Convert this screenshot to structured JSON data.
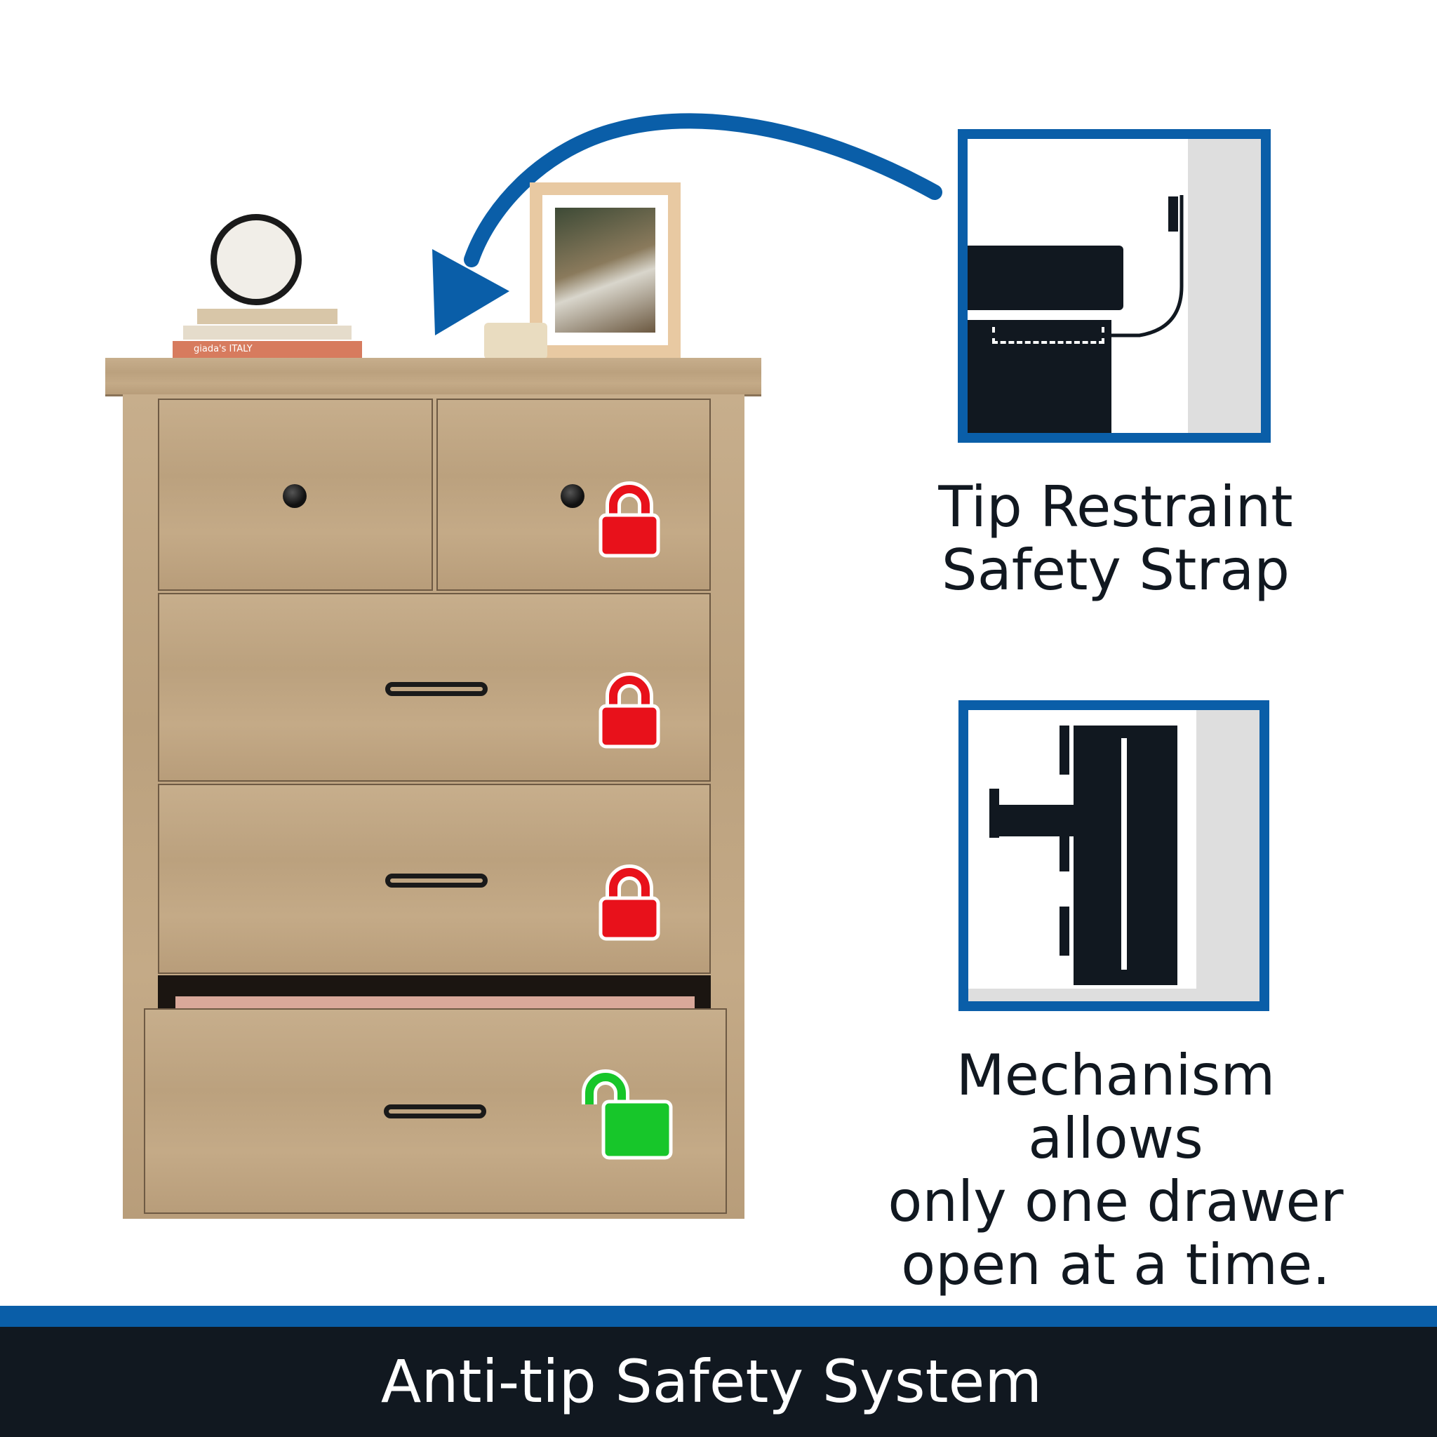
{
  "tip_restraint": {
    "line1": "Tip Restraint",
    "line2": "Safety Strap"
  },
  "mechanism": {
    "line1": "Mechanism allows",
    "line2": "only one drawer",
    "line3": "open at a time."
  },
  "banner": {
    "title": "Anti-tip Safety System"
  },
  "decor": {
    "book_title": "giada's ITALY"
  },
  "colors": {
    "accent_blue": "#0a5ea8",
    "banner_dark": "#111820",
    "lock_red": "#e8111b",
    "lock_green": "#17c62a"
  },
  "icons": [
    "curved-arrow-icon",
    "strap-diagram-icon",
    "interlock-diagram-icon",
    "lock-closed-icon",
    "lock-open-icon"
  ]
}
